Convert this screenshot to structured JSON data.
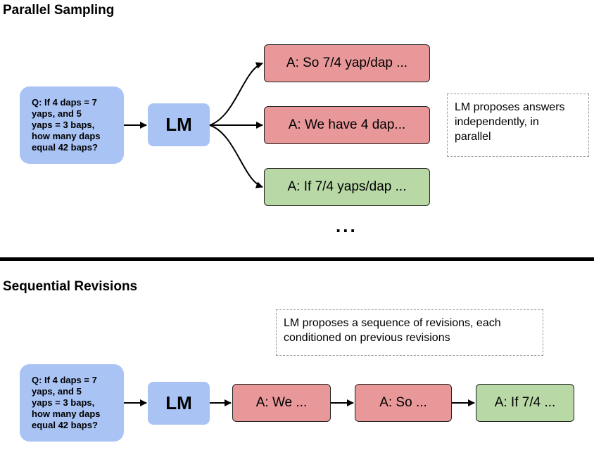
{
  "parallel": {
    "title": "Parallel Sampling",
    "question": "Q:  If 4 daps = 7\nyaps, and 5\nyaps = 3 baps,\nhow many daps\nequal 42 baps?",
    "lm_label": "LM",
    "answers": [
      {
        "text": "A: So 7/4 yap/dap ...",
        "color": "#e9989a"
      },
      {
        "text": "A: We have 4 dap...",
        "color": "#e9989a"
      },
      {
        "text": "A: If 7/4 yaps/dap ...",
        "color": "#b8d9a6"
      }
    ],
    "note": "LM proposes answers\nindependently, in\nparallel",
    "ellipsis": "..."
  },
  "sequential": {
    "title": "Sequential Revisions",
    "question": "Q:  If 4 daps = 7\nyaps, and 5\nyaps = 3 baps,\nhow many daps\nequal 42 baps?",
    "lm_label": "LM",
    "answers": [
      {
        "text": "A: We ...",
        "color": "#e9989a"
      },
      {
        "text": "A: So ...",
        "color": "#e9989a"
      },
      {
        "text": "A: If 7/4 ...",
        "color": "#b8d9a6"
      }
    ],
    "note": "LM proposes a sequence of revisions, each\nconditioned on previous revisions"
  },
  "colors": {
    "lm_blue": "#a9c3f4",
    "incorrect_red": "#e9989a",
    "correct_green": "#b8d9a6"
  }
}
